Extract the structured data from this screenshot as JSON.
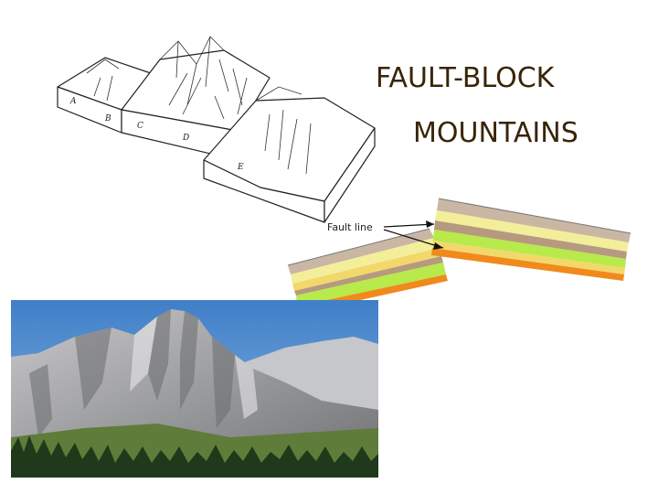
{
  "slide": {
    "title_line_1": "FAULT-BLOCK",
    "title_line_2": "MOUNTAINS"
  },
  "fault_diagram": {
    "label": "Fault line",
    "layer_colors": [
      "#c9b7a3",
      "#f3ee9a",
      "#f2d86b",
      "#b69a7f",
      "#b7ea4a",
      "#f08a1d"
    ]
  },
  "block_diagram": {
    "letters": [
      "A",
      "B",
      "C",
      "D",
      "E"
    ]
  },
  "photo": {
    "sky_color": "#4f8fd0",
    "rock_color": "#a8a9ab",
    "forest_color": "#1e3a1a"
  }
}
